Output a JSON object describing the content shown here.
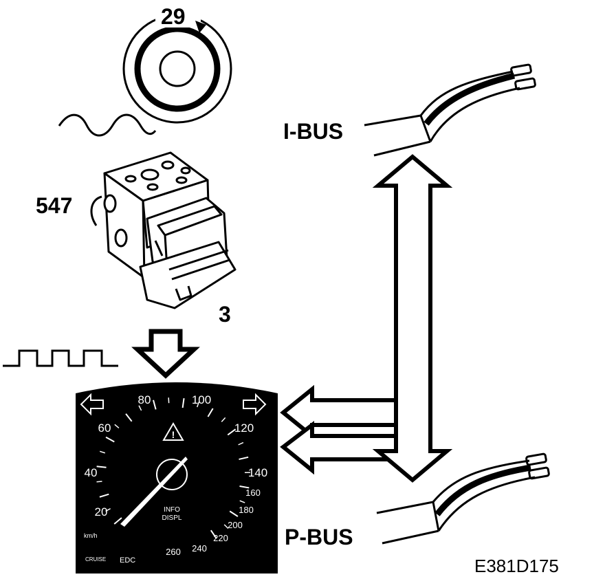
{
  "labels": {
    "wheel_sensor_number": "29",
    "control_module_number": "547",
    "connector_number": "3",
    "i_bus": "I-BUS",
    "p_bus": "P-BUS",
    "figure_code": "E381D175"
  },
  "instrument": {
    "speed_labels": [
      "20",
      "40",
      "60",
      "80",
      "100",
      "120",
      "140",
      "160",
      "180",
      "200",
      "220",
      "240",
      "260"
    ],
    "unit": "km/h",
    "info_line1": "INFO",
    "info_line2": "DISPL",
    "cruise": "CRUISE",
    "logo_text": "EDC"
  },
  "colors": {
    "ink": "#000000",
    "paper": "#ffffff"
  }
}
